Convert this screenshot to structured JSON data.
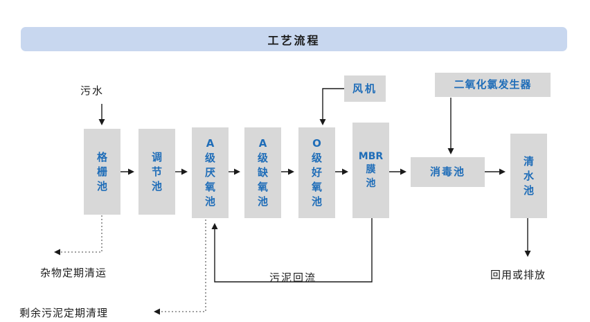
{
  "title": "工艺流程",
  "colors": {
    "title_bg": "#c8d7ef",
    "box_bg": "#d8d8d8",
    "box_text": "#1f6db8",
    "line": "#1a1a1a"
  },
  "flow_boxes": [
    {
      "name": "grid-pool",
      "text": "格\n栅\n池"
    },
    {
      "name": "regulating-pool",
      "text": "调\n节\n池"
    },
    {
      "name": "a-grade-anaerobic-pool",
      "text": "A\n级\n厌\n氧\n池"
    },
    {
      "name": "a-grade-anoxic-pool",
      "text": "A\n级\n缺\n氧\n池"
    },
    {
      "name": "o-grade-aerobic-pool",
      "text": "O\n级\n好\n氧\n池"
    },
    {
      "name": "mbr-membrane-pool",
      "text": "MBR\n膜\n池"
    },
    {
      "name": "disinfection-pool",
      "text": "消毒池"
    },
    {
      "name": "clear-water-pool",
      "text": "清\n水\n池"
    }
  ],
  "equipment_boxes": [
    {
      "name": "fan",
      "text": "风机"
    },
    {
      "name": "chlorine-dioxide-generator",
      "text": "二氧化氯发生器"
    }
  ],
  "annotations": {
    "inflow": "污水",
    "debris_removal": "杂物定期清运",
    "excess_sludge": "剩余污泥定期清理",
    "sludge_return": "污泥回流",
    "discharge": "回用或排放"
  }
}
